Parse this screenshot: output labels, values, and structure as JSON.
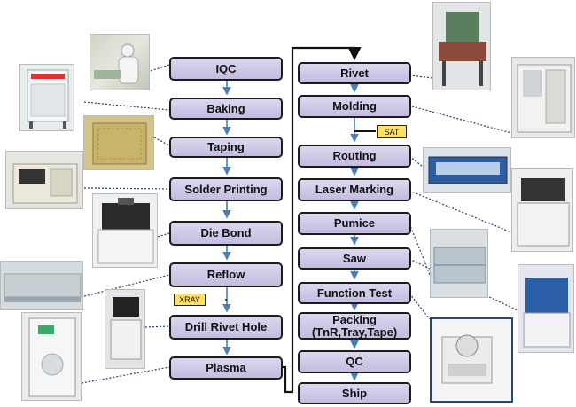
{
  "left_column": [
    {
      "label": "IQC"
    },
    {
      "label": "Baking"
    },
    {
      "label": "Taping"
    },
    {
      "label": "Solder Printing"
    },
    {
      "label": "Die Bond"
    },
    {
      "label": "Reflow"
    },
    {
      "label": "Drill Rivet Hole"
    },
    {
      "label": "Plasma"
    }
  ],
  "right_column": [
    {
      "label": "Rivet"
    },
    {
      "label": "Molding"
    },
    {
      "label": "Routing"
    },
    {
      "label": "Laser Marking"
    },
    {
      "label": "Pumice"
    },
    {
      "label": "Saw"
    },
    {
      "label": "Function Test"
    },
    {
      "label": "Packing\n(TnR,Tray,Tape)"
    },
    {
      "label": "QC"
    },
    {
      "label": "Ship"
    }
  ],
  "tags": {
    "xray": "XRAY",
    "sat": "SAT"
  },
  "colors": {
    "step_fill": "#c9c3e4",
    "step_border": "#1c1c1c",
    "arrow": "#4a7fb5",
    "tag_fill": "#ffe066",
    "leader": "#1f3f6e"
  }
}
